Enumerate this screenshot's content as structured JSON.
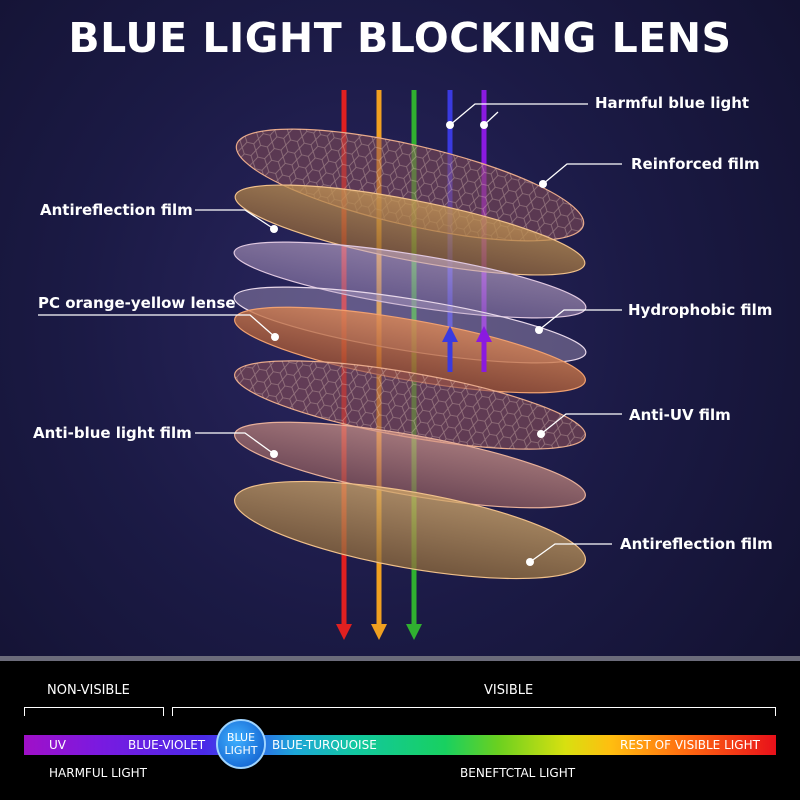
{
  "title": "BLUE LIGHT BLOCKING LENS",
  "labels": {
    "harmful_blue_light": "Harmful blue light",
    "reinforced_film": "Reinforced film",
    "antireflection_film_left": "Antireflection film",
    "pc_lense": "PC orange-yellow lense",
    "hydrophobic_film": "Hydrophobic film",
    "anti_uv_film": "Anti-UV film",
    "anti_blue_light_film": "Anti-blue light film",
    "antireflection_film_right": "Antireflection film"
  },
  "spectrum": {
    "non_visible": "NON-VISIBLE",
    "visible": "VISIBLE",
    "uv": "UV",
    "blue_violet": "BLUE-VIOLET",
    "blue_light_line1": "BLUE",
    "blue_light_line2": "LIGHT",
    "blue_turquoise": "BLUE-TURQUOISE",
    "rest_visible": "REST OF VISIBLE LIGHT",
    "harmful_light": "HARMFUL LIGHT",
    "beneficial_light": "BENEFTCTAL LIGHT"
  },
  "colors": {
    "ray_red": "#e02020",
    "ray_orange": "#f0a020",
    "ray_green": "#30b030",
    "ray_blue": "#3a3ae0",
    "ray_violet": "#8a1ae0"
  }
}
